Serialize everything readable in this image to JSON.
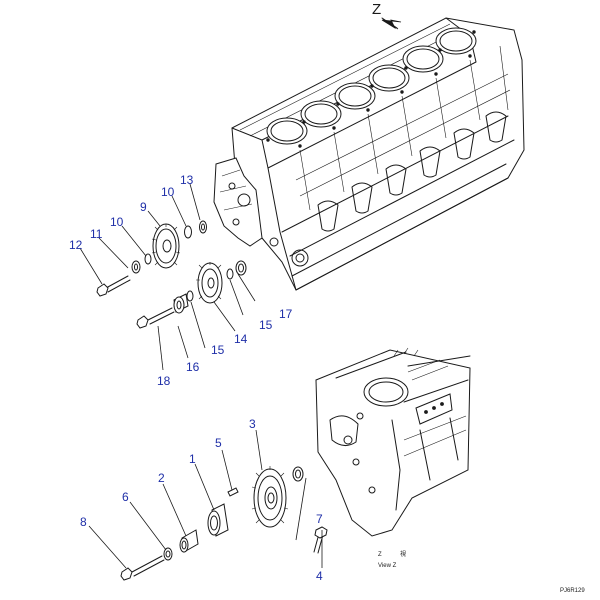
{
  "view_marker": "Z",
  "callouts": [
    "1",
    "2",
    "3",
    "4",
    "5",
    "6",
    "7",
    "8",
    "9",
    "10",
    "10",
    "11",
    "12",
    "13",
    "14",
    "15",
    "15",
    "16",
    "17",
    "18"
  ],
  "view_note": {
    "line1": "Z",
    "line1_kanji": "視",
    "line2": "View Z"
  },
  "drawing_code": "PJ6R129"
}
